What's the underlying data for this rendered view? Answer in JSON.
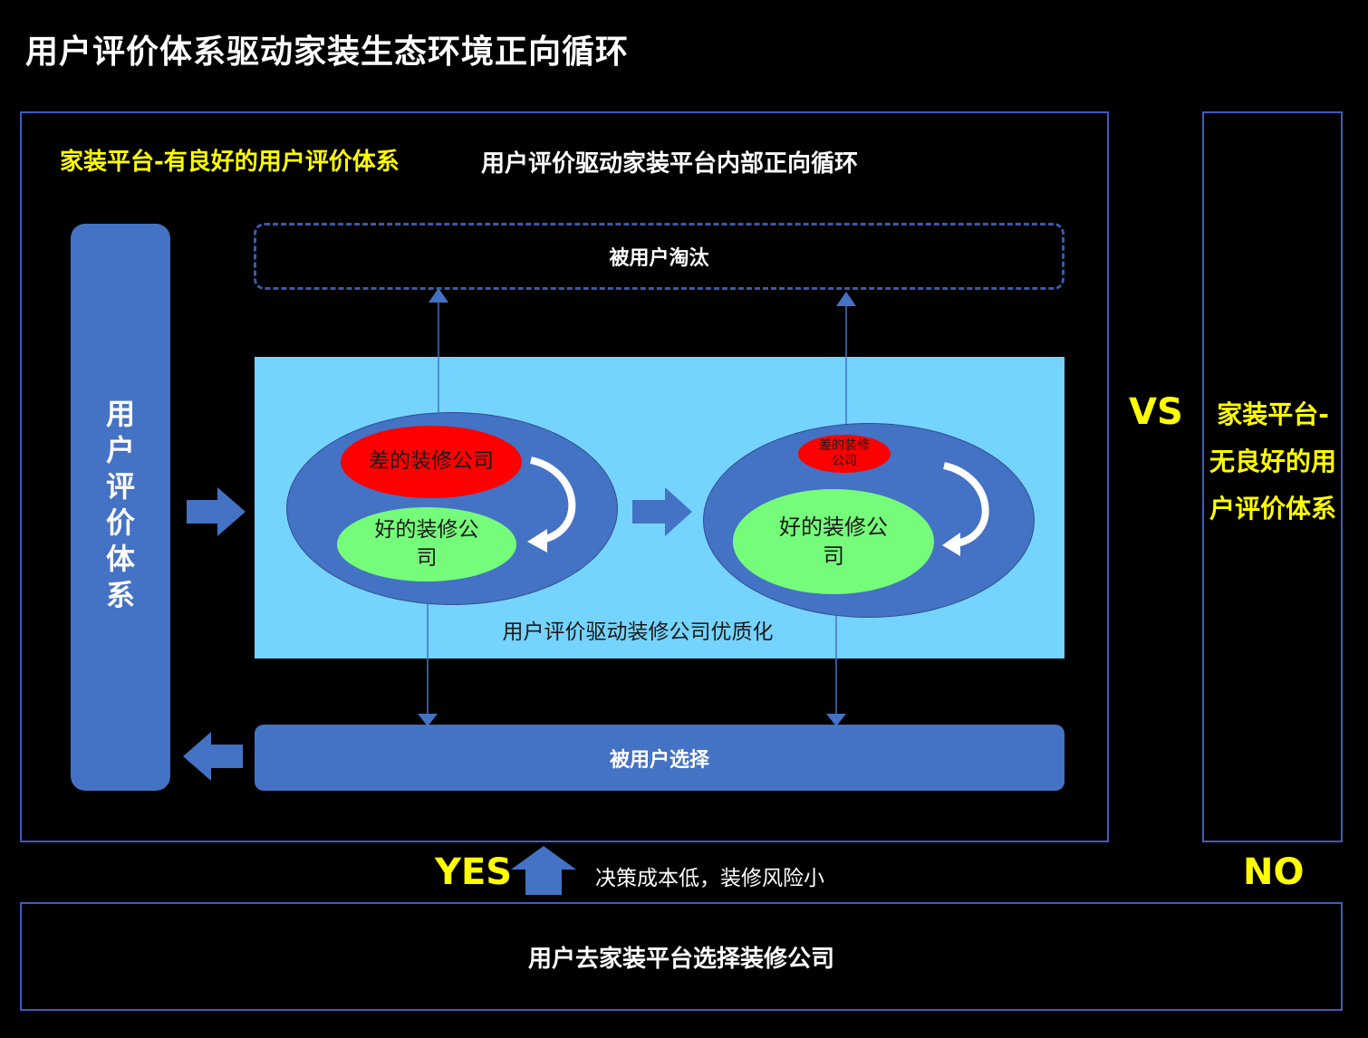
{
  "title": "用户评价体系驱动家装生态环境正向循环",
  "left_section": {
    "subtitle_yellow": "家装平台-有良好的用户评价体系",
    "subtitle_white": "用户评价驱动家装平台内部正向循环",
    "sidebar_label": "用户评价体系",
    "eliminated_label": "被用户淘汰",
    "selected_label": "被用户选择",
    "panel_caption": "用户评价驱动装修公司优质化",
    "cycle_left": {
      "bad_company": "差的装修公司",
      "good_company": "好的装修公司"
    },
    "cycle_right": {
      "bad_company": "差的装修公司",
      "good_company": "好的装修公司"
    }
  },
  "vs_label": "VS",
  "right_section": {
    "label": "家装平台-无良好的用户评价体系"
  },
  "yes_label": "YES",
  "decision_text": "决策成本低，装修风险小",
  "no_label": "NO",
  "bottom_label": "用户去家装平台选择装修公司",
  "colors": {
    "background": "#000000",
    "frame": "#3f5bbd",
    "blue": "#4472c4",
    "cyan": "#75d4fe",
    "bad": "#ff0000",
    "good": "#75fc7a",
    "highlight": "#ffff00"
  }
}
